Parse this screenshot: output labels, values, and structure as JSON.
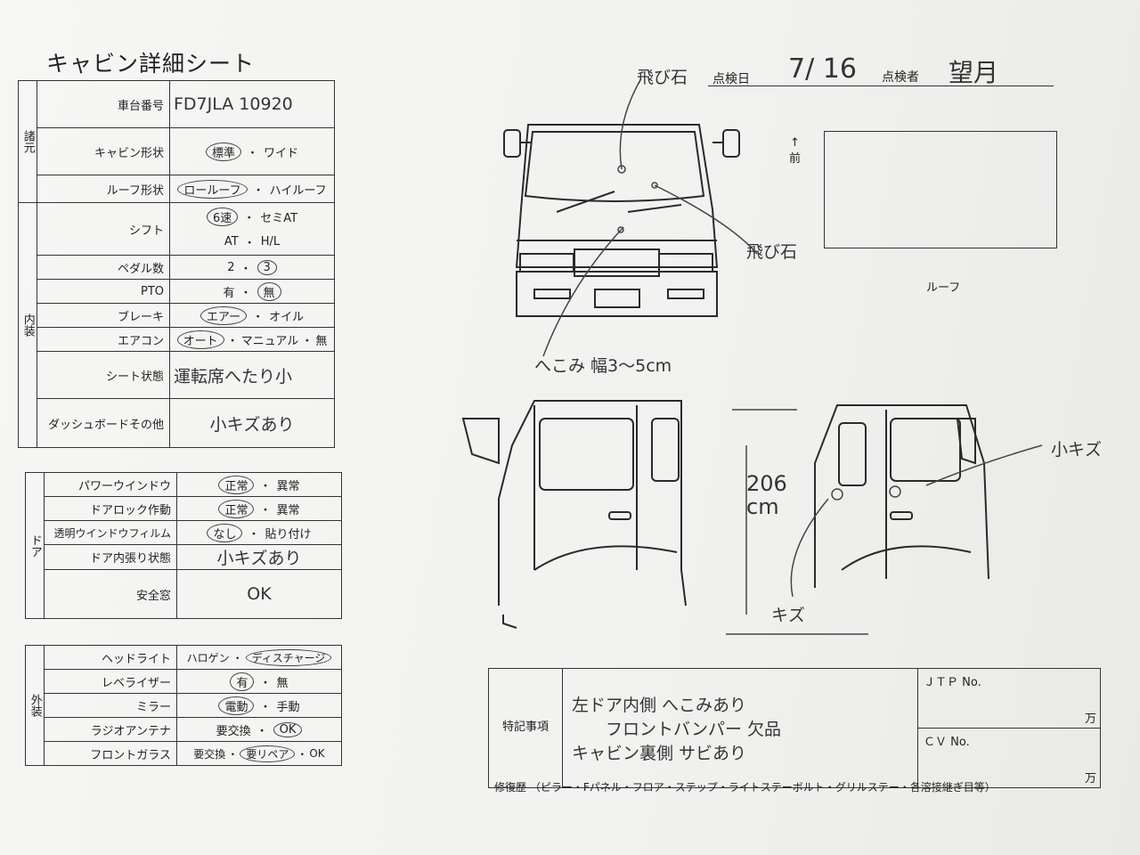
{
  "title": "キャビン詳細シート",
  "header": {
    "date_label": "点検日",
    "date_value": "7/ 16",
    "inspector_label": "点検者",
    "inspector_value": "望月",
    "stone_note_top": "飛び石"
  },
  "spec": {
    "section": "諸元",
    "rows": [
      {
        "label": "車台番号",
        "value": "FD7JLA 10920"
      },
      {
        "label": "キャビン形状",
        "options": [
          "標準",
          "ワイド"
        ],
        "selected": "標準"
      },
      {
        "label": "ルーフ形状",
        "options": [
          "ロールーフ",
          "ハイルーフ"
        ],
        "selected": "ロールーフ"
      }
    ]
  },
  "interior": {
    "section": "内装",
    "shift_label": "シフト",
    "shift_options_1": [
      "6速",
      "セミAT"
    ],
    "shift_options_2": [
      "AT",
      "H/L"
    ],
    "shift_selected": "6速",
    "pedal_label": "ペダル数",
    "pedal_options": [
      "2",
      "3"
    ],
    "pedal_selected": "3",
    "pto_label": "PTO",
    "pto_options": [
      "有",
      "無"
    ],
    "pto_selected": "無",
    "brake_label": "ブレーキ",
    "brake_options": [
      "エアー",
      "オイル"
    ],
    "brake_selected": "エアー",
    "aircon_label": "エアコン",
    "aircon_options": [
      "オート",
      "マニュアル",
      "無"
    ],
    "aircon_selected": "オート",
    "seat_label": "シート状態",
    "seat_value": "運転席へたり小",
    "dash_label": "ダッシュボードその他",
    "dash_value": "小キズあり"
  },
  "door": {
    "section": "ドア",
    "rows": [
      {
        "label": "パワーウインドウ",
        "options": [
          "正常",
          "異常"
        ],
        "selected": "正常"
      },
      {
        "label": "ドアロック作動",
        "options": [
          "正常",
          "異常"
        ],
        "selected": "正常"
      },
      {
        "label": "透明ウインドウフィルム",
        "options": [
          "なし",
          "貼り付け"
        ],
        "selected": "なし"
      },
      {
        "label": "ドア内張り状態",
        "value": "小キズあり"
      },
      {
        "label": "安全窓",
        "value": "OK"
      }
    ]
  },
  "exterior": {
    "section": "外装",
    "rows": [
      {
        "label": "ヘッドライト",
        "options": [
          "ハロゲン",
          "ディスチャージ"
        ],
        "selected": "ディスチャージ"
      },
      {
        "label": "レベライザー",
        "options": [
          "有",
          "無"
        ],
        "selected": "有"
      },
      {
        "label": "ミラー",
        "options": [
          "電動",
          "手動"
        ],
        "selected": "電動"
      },
      {
        "label": "ラジオアンテナ",
        "options": [
          "要交換",
          "OK"
        ],
        "selected": "OK"
      },
      {
        "label": "フロントガラス",
        "options": [
          "要交換",
          "要リペア",
          "OK"
        ],
        "selected": "要リペア"
      }
    ]
  },
  "diagram": {
    "front_label": "前",
    "roof_label": "ルーフ",
    "stone_note_right": "飛び石",
    "dent_note": "へこみ 幅3〜5cm",
    "height_note": "206 cm",
    "scratch_note": "キズ",
    "small_scratch_note": "小キズ"
  },
  "remarks": {
    "label": "特記事項",
    "lines": [
      "左ドア内側 へこみあり",
      "フロントバンパー 欠品",
      "キャビン裏側 サビあり"
    ],
    "jtp_label": "ＪＴＰ No.",
    "cv_label": "ＣＶ No.",
    "man_unit": "万",
    "repair_history": "修復歴 （ピラー・Fパネル・フロア・ステップ・ライトステーボルト・グリルステー・各溶接継ぎ目等）"
  }
}
